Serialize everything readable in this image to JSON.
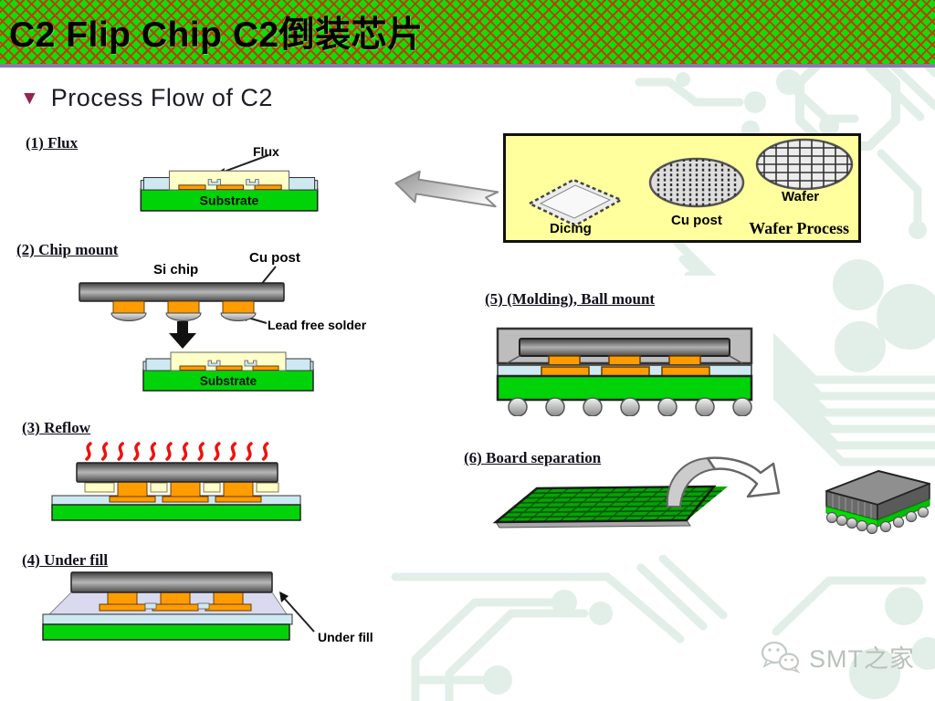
{
  "banner": {
    "title": "C2 Flip Chip  C2倒装芯片"
  },
  "heading": {
    "marker": "▼",
    "text": "Process Flow of C2"
  },
  "process_steps": {
    "flux": {
      "label": "(1) Flux",
      "flux_annotation": "Flux",
      "substrate": "Substrate"
    },
    "chip_mount": {
      "label": "(2) Chip mount",
      "si_chip": "Si chip",
      "cu_post": "Cu post",
      "lead_free_solder": "Lead free solder",
      "substrate": "Substrate"
    },
    "reflow": {
      "label": "(3) Reflow"
    },
    "under_fill": {
      "label": "(4) Under fill",
      "annotation": "Under fill"
    },
    "molding_ball_mount": {
      "label": "(5) (Molding), Ball mount"
    },
    "board_separation": {
      "label": "(6) Board separation"
    }
  },
  "wafer_process_box": {
    "dicing_label": "Dicing",
    "cu_post_label": "Cu post",
    "wafer_label": "Wafer",
    "caption": "Wafer Process"
  },
  "watermark": {
    "text": "SMT之家"
  },
  "colors": {
    "banner_green": "#0ae008",
    "crosshatch_red": "#c43a06",
    "divider_purple": "#8b7ba6",
    "heading_marker": "#962350",
    "substrate_green": "#00d408",
    "flux_yellow": "#ffffc8",
    "pad_orange": "#ff9c00",
    "mask_blue": "#cfe9f2",
    "chip_gray": "#7a7a7a",
    "molding_gray": "#bdbdbd",
    "underfill_lavender": "#d9d9ef",
    "heat_red": "#ee1111",
    "box_yellow": "#ffff9e",
    "circuit_mint": "#e2efe8",
    "watermark_gray": "#b9c1bb"
  }
}
